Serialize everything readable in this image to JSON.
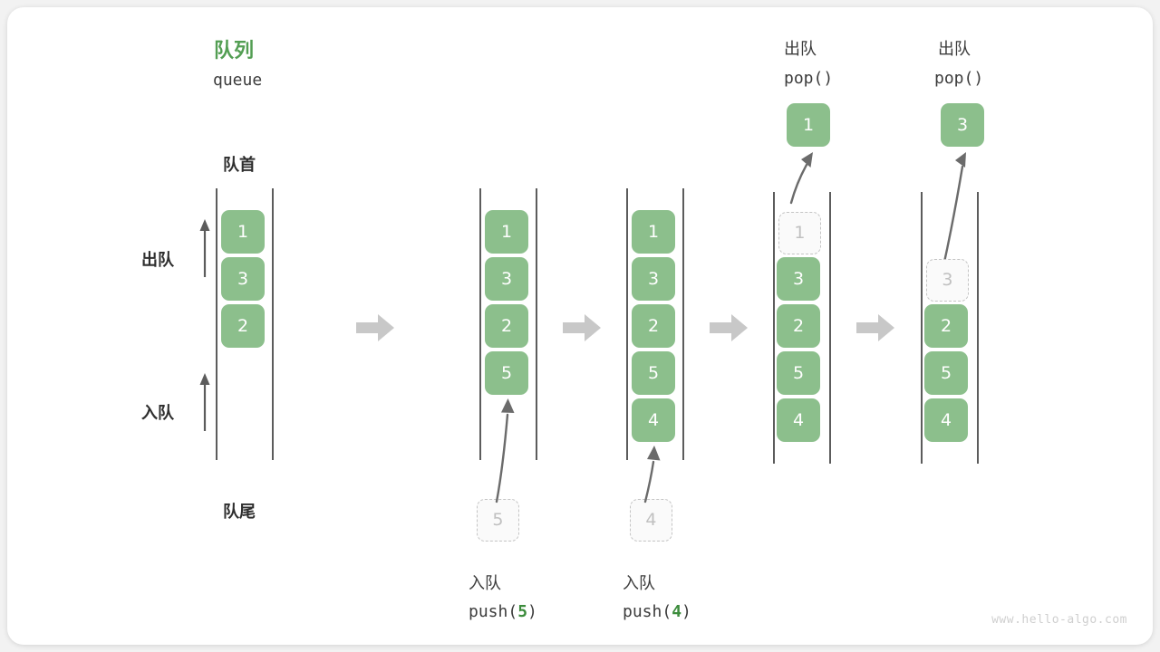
{
  "diagram": {
    "title_cn": "队列",
    "title_en": "queue",
    "front_label": "队首",
    "rear_label": "队尾",
    "dequeue_label": "出队",
    "enqueue_label": "入队",
    "watermark": "www.hello-algo.com",
    "colors": {
      "element": "#8cbf8c",
      "title": "#539e53",
      "code_accent": "#3c8c3c",
      "ghost_border": "#c4c4c4",
      "rail": "#5c5c5c",
      "step_arrow": "#c8c8c8",
      "card": "#ffffff",
      "background": "#f2f2f2"
    }
  },
  "steps": [
    {
      "id": "initial",
      "items": [
        "1",
        "3",
        "2"
      ],
      "ghost": null,
      "popped": null,
      "caption_cn": "",
      "caption_code": "",
      "header_cn": "",
      "header_code": ""
    },
    {
      "id": "push-5",
      "items": [
        "1",
        "3",
        "2",
        "5"
      ],
      "ghost": {
        "value": "5",
        "position": "below"
      },
      "popped": null,
      "caption_cn": "入队",
      "caption_code_prefix": "push(",
      "caption_code_value": "5",
      "caption_code_suffix": ")",
      "header_cn": "",
      "header_code": ""
    },
    {
      "id": "push-4",
      "items": [
        "1",
        "3",
        "2",
        "5",
        "4"
      ],
      "ghost": {
        "value": "4",
        "position": "below"
      },
      "popped": null,
      "caption_cn": "入队",
      "caption_code_prefix": "push(",
      "caption_code_value": "4",
      "caption_code_suffix": ")",
      "header_cn": "",
      "header_code": ""
    },
    {
      "id": "pop-1",
      "items": [
        "3",
        "2",
        "5",
        "4"
      ],
      "ghost": {
        "value": "1",
        "position": "slot-0"
      },
      "popped": "1",
      "caption_cn": "",
      "caption_code": "",
      "header_cn": "出队",
      "header_code": "pop()"
    },
    {
      "id": "pop-3",
      "items": [
        "2",
        "5",
        "4"
      ],
      "ghost": {
        "value": "3",
        "position": "slot-1"
      },
      "popped": "3",
      "caption_cn": "",
      "caption_code": "",
      "header_cn": "出队",
      "header_code": "pop()"
    }
  ],
  "step_arrows": [
    "step-arrow-1",
    "step-arrow-2",
    "step-arrow-3",
    "step-arrow-4"
  ]
}
